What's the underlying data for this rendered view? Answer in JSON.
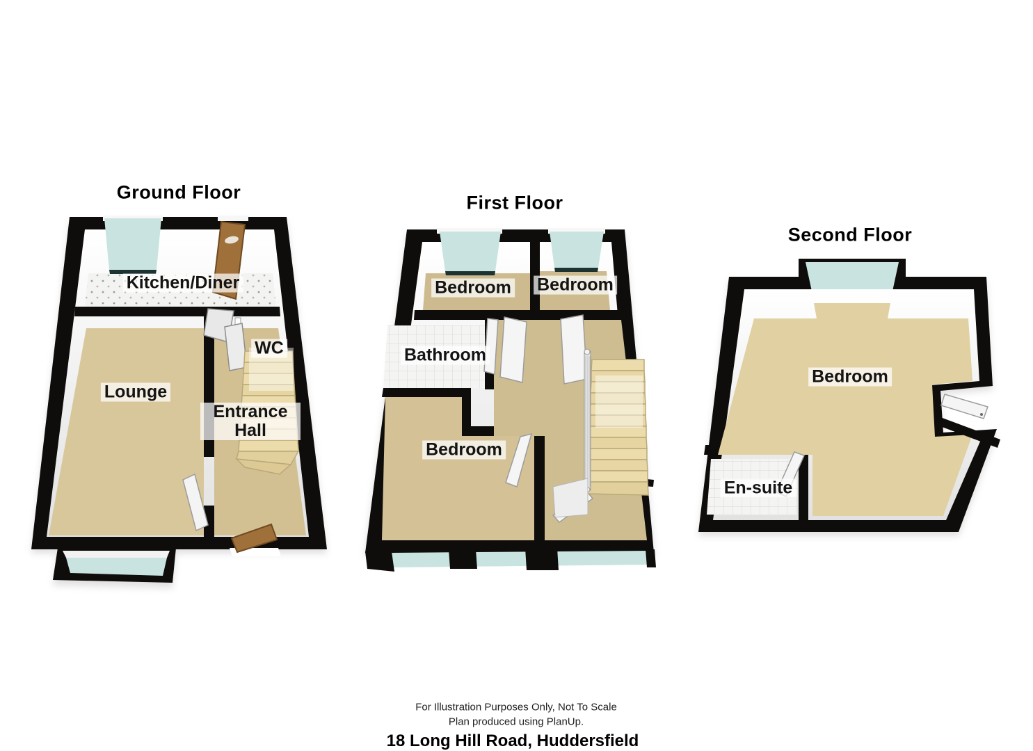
{
  "document_type": "3D floor plan",
  "floors": [
    {
      "title": "Ground Floor",
      "rooms": [
        {
          "label": "Kitchen/Diner"
        },
        {
          "label": "Lounge"
        },
        {
          "label": "WC"
        },
        {
          "label": "Entrance Hall"
        }
      ]
    },
    {
      "title": "First Floor",
      "rooms": [
        {
          "label": "Bedroom"
        },
        {
          "label": "Bedroom"
        },
        {
          "label": "Bathroom"
        },
        {
          "label": "Bedroom"
        }
      ]
    },
    {
      "title": "Second Floor",
      "rooms": [
        {
          "label": "Bedroom"
        },
        {
          "label": "En-suite"
        }
      ]
    }
  ],
  "footer": {
    "disclaimer_line1": "For Illustration Purposes Only, Not To Scale",
    "disclaimer_line2": "Plan produced using PlanUp.",
    "address": "18 Long Hill Road, Huddersfield"
  },
  "colors": {
    "wall_black": "#0e0d0b",
    "wall_face_white": "#f7f7f7",
    "carpet_tan": "#d9c79c",
    "carpet_dark_tan": "#cdbb8f",
    "second_floor_carpet": "#e0d0a2",
    "stair_beige": "#ecdcab",
    "window_glass_teal": "#c9e4e0",
    "wood_door_brown": "#a0703a",
    "tile_white": "#f4f4f4"
  }
}
